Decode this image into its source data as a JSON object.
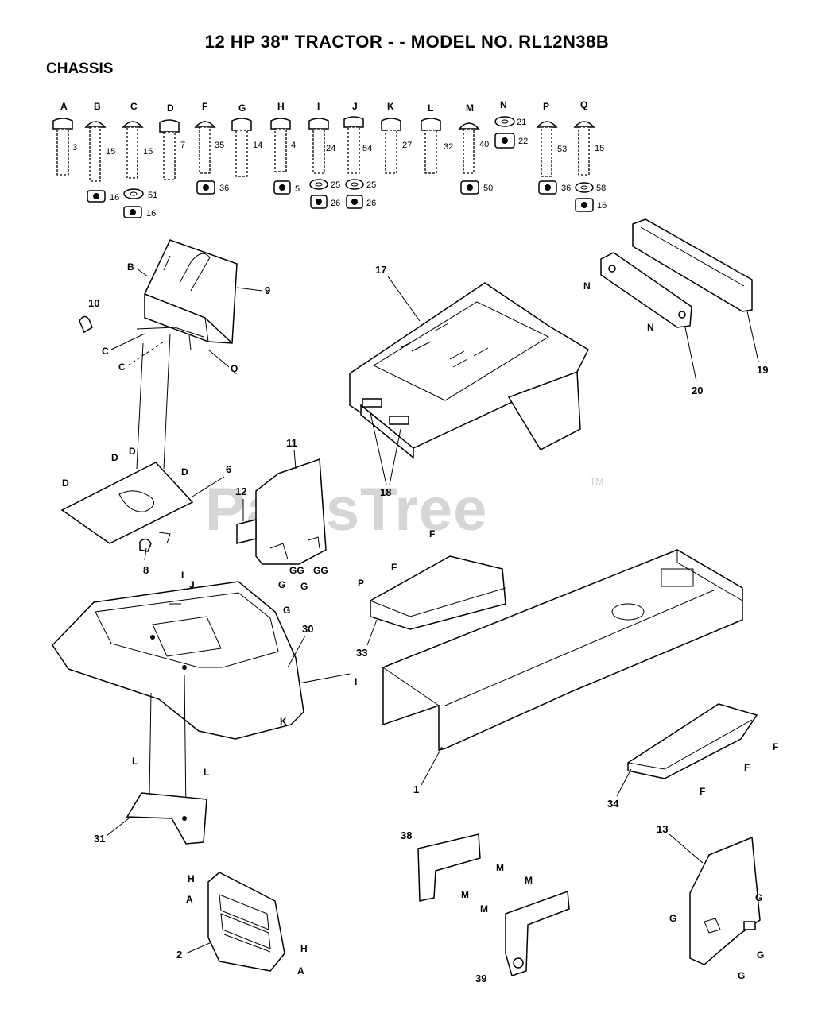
{
  "title": "12 HP 38\" TRACTOR - - MODEL NO. RL12N38B",
  "section": "CHASSIS",
  "watermark": "PartsTree",
  "trademark": "TM",
  "hardware": [
    {
      "letter": "A",
      "qty": [
        "3"
      ]
    },
    {
      "letter": "B",
      "qty": [
        "15",
        "16"
      ]
    },
    {
      "letter": "C",
      "qty": [
        "15",
        "51",
        "16"
      ]
    },
    {
      "letter": "D",
      "qty": [
        "7"
      ]
    },
    {
      "letter": "F",
      "qty": [
        "35",
        "36"
      ]
    },
    {
      "letter": "G",
      "qty": [
        "14"
      ]
    },
    {
      "letter": "H",
      "qty": [
        "4",
        "5"
      ]
    },
    {
      "letter": "I",
      "qty": [
        "24",
        "25",
        "26"
      ]
    },
    {
      "letter": "J",
      "qty": [
        "54",
        "25",
        "26"
      ]
    },
    {
      "letter": "K",
      "qty": [
        "27"
      ]
    },
    {
      "letter": "L",
      "qty": [
        "32"
      ]
    },
    {
      "letter": "M",
      "qty": [
        "40",
        "50"
      ]
    },
    {
      "letter": "N",
      "qty": [
        "21",
        "22"
      ]
    },
    {
      "letter": "P",
      "qty": [
        "53",
        "36"
      ]
    },
    {
      "letter": "Q",
      "qty": [
        "15",
        "58",
        "16"
      ]
    }
  ],
  "callouts": {
    "c1": "1",
    "c2": "2",
    "c6": "6",
    "c8": "8",
    "c9": "9",
    "c10": "10",
    "c11": "11",
    "c12": "12",
    "c13": "13",
    "c17": "17",
    "c18": "18",
    "c19": "19",
    "c20": "20",
    "c30": "30",
    "c31": "31",
    "c33": "33",
    "c34": "34",
    "c38": "38",
    "c39": "39"
  },
  "refs": {
    "B": "B",
    "C": "C",
    "Q": "Q",
    "D": "D",
    "G": "G",
    "GG": "GG",
    "I": "I",
    "J": "J",
    "K": "K",
    "L": "L",
    "F": "F",
    "P": "P",
    "N": "N",
    "M": "M",
    "H": "H",
    "A": "A"
  }
}
